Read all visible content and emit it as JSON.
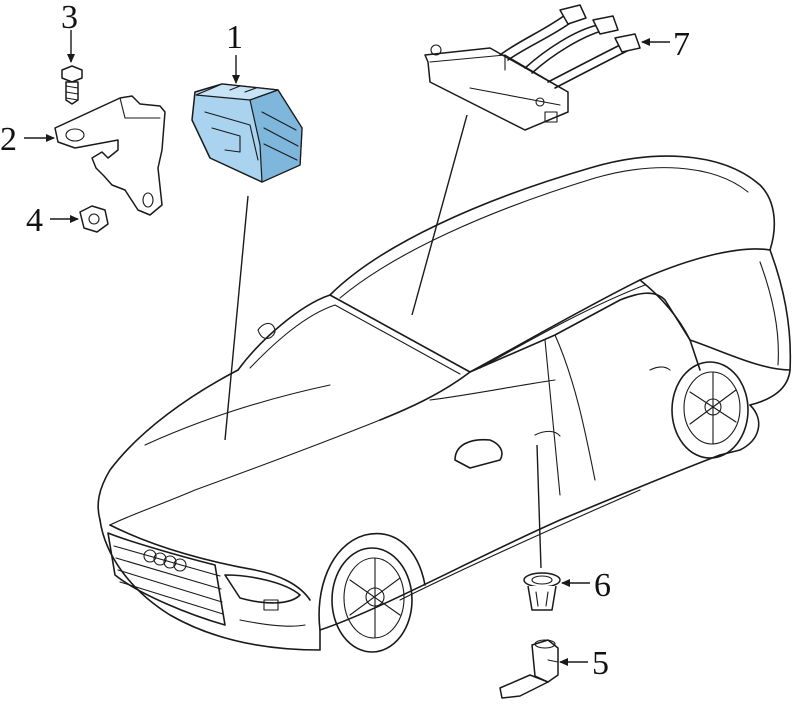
{
  "colors": {
    "line": "#1a1a1a",
    "highlight": "#a9d3ee",
    "highlight_dark": "#7fb6dc",
    "background": "#ffffff"
  },
  "callouts": [
    {
      "id": "1",
      "label": "1",
      "part": "control-module"
    },
    {
      "id": "2",
      "label": "2",
      "part": "mounting-bracket"
    },
    {
      "id": "3",
      "label": "3",
      "part": "bolt"
    },
    {
      "id": "4",
      "label": "4",
      "part": "nut"
    },
    {
      "id": "5",
      "label": "5",
      "part": "sensor"
    },
    {
      "id": "6",
      "label": "6",
      "part": "grommet"
    },
    {
      "id": "7",
      "label": "7",
      "part": "antenna-module"
    }
  ],
  "highlighted_part": "control-module",
  "icons": {
    "arrow": "arrow-icon",
    "vehicle": "sedan-outline-icon"
  }
}
